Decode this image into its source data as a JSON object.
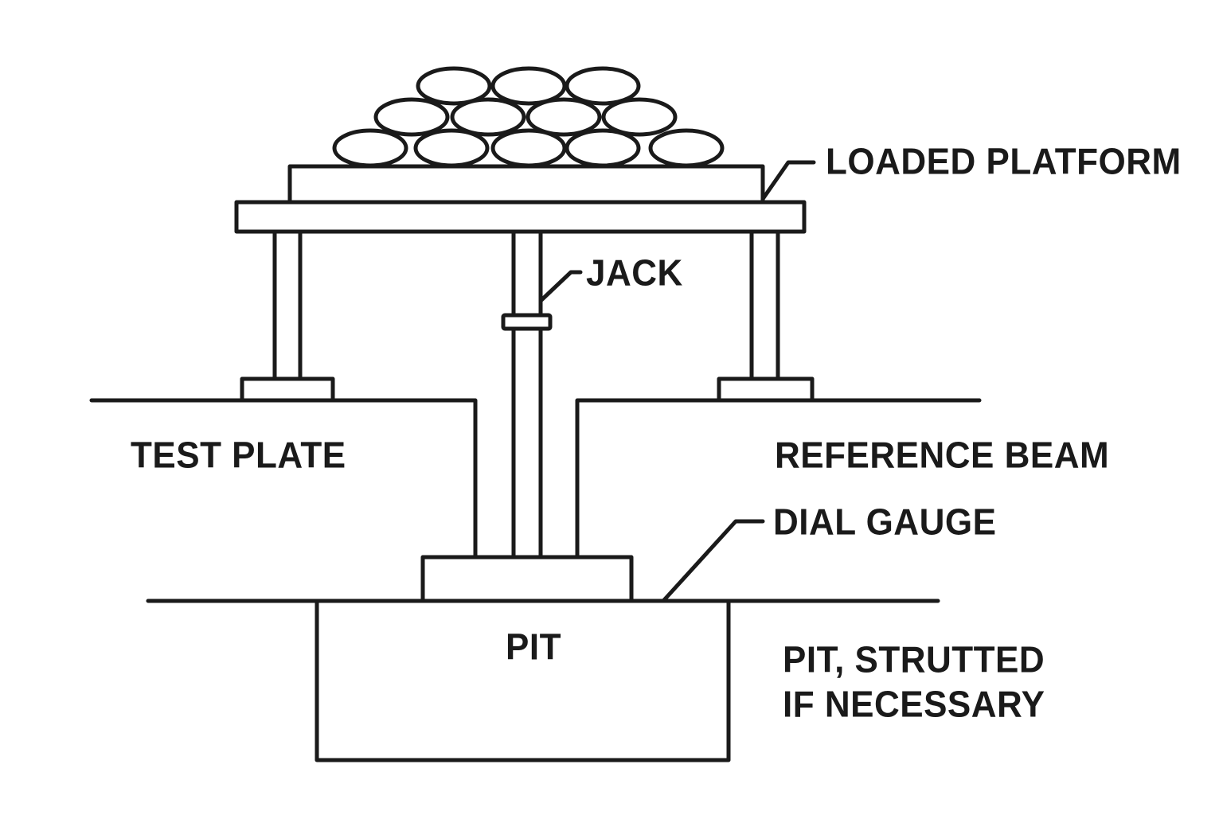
{
  "diagram": {
    "title": "Plate load test setup",
    "colors": {
      "stroke": "#1a1a1a",
      "background": "#ffffff"
    },
    "labels": {
      "loaded_platform": "LOADED PLATFORM",
      "jack": "JACK",
      "test_plate": "TEST PLATE",
      "reference_beam": "REFERENCE BEAM",
      "dial_gauge": "DIAL GAUGE",
      "pit": "PIT",
      "pit_note_line1": "PIT, STRUTTED",
      "pit_note_line2": "IF NECESSARY"
    },
    "load_stack": {
      "rows": [
        3,
        4,
        5
      ],
      "total_items": 12
    }
  }
}
